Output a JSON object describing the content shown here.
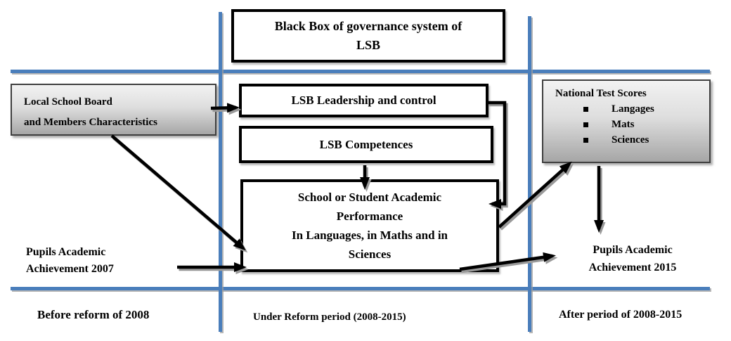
{
  "title_box": {
    "lines": [
      "Black Box of governance system of",
      "LSB"
    ]
  },
  "board_box": {
    "lines": [
      "Local School Board",
      "and Members Characteristics"
    ]
  },
  "leadership_box": {
    "text": "LSB Leadership and control"
  },
  "competences_box": {
    "text": "LSB Competences"
  },
  "performance_box": {
    "lines": [
      "School or Student Academic",
      "Performance",
      "In Languages, in Maths and in",
      "Sciences"
    ]
  },
  "scores_box": {
    "title": "National Test Scores",
    "items": [
      "Langages",
      "Mats",
      "Sciences"
    ]
  },
  "pupils_2007": {
    "lines": [
      "Pupils Academic",
      "Achievement 2007"
    ]
  },
  "pupils_2015": {
    "lines": [
      "Pupils Academic",
      "Achievement 2015"
    ]
  },
  "period_labels": {
    "before": "Before reform of 2008",
    "during": "Under Reform period (2008-2015)",
    "after": "After period of 2008-2015"
  },
  "colors": {
    "divider_blue": "#4a7ebb",
    "box_border_black": "#000000",
    "gradient_top": "#f2f2f2",
    "gradient_bottom": "#a6a6a6",
    "arrow_black": "#000000",
    "arrow_shadow_gray": "#9a9a9a"
  }
}
